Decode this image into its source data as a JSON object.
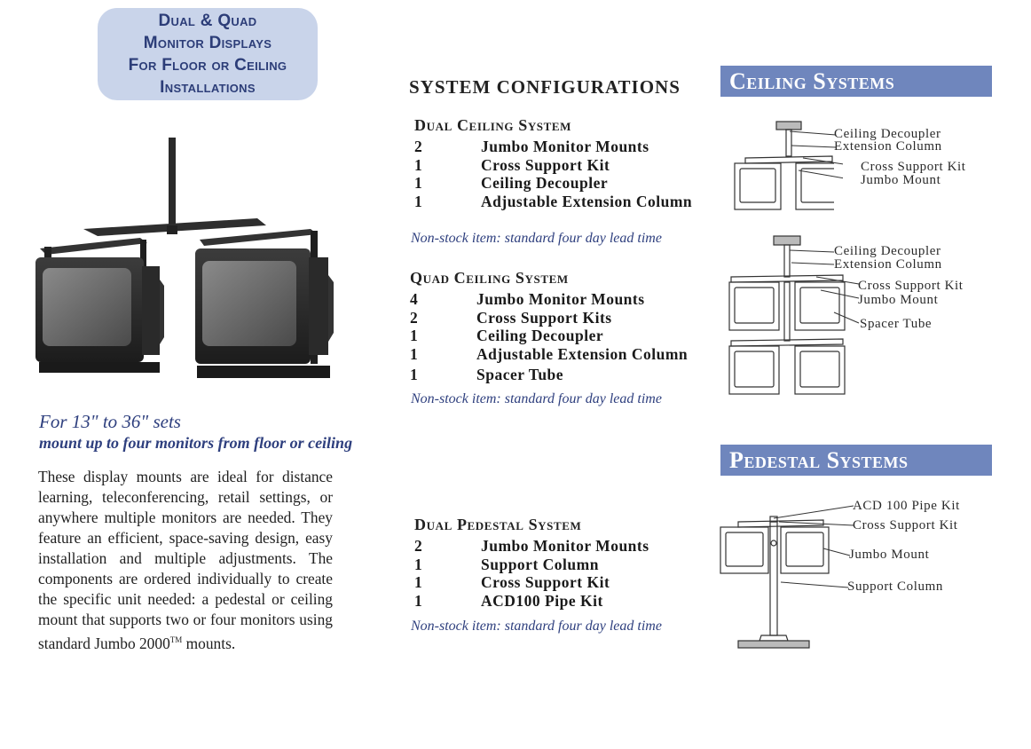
{
  "badge": {
    "line1": "Dual & Quad",
    "line2": "Monitor Displays",
    "line3": "For Floor or Ceiling",
    "line4": "Installations"
  },
  "tagline": {
    "sizes": "For  13\" to 36\" sets",
    "mount": "mount up to four monitors from floor or ceiling"
  },
  "description": {
    "before_tm": "These display mounts are ideal for distance learning, teleconferencing, retail settings, or anywhere multiple monitors are needed. They feature an efficient, space-saving design, easy installation and multiple adjustments. The components are ordered individually to create the specific unit needed: a pedestal or ceiling mount that supports two or four monitors using standard Jumbo 2000",
    "tm": "TM",
    "after_tm": " mounts."
  },
  "system_configurations": {
    "heading": "SYSTEM CONFIGURATIONS",
    "dual_ceiling": {
      "title": "Dual Ceiling System",
      "rows": [
        {
          "qty": "2",
          "item": "Jumbo Monitor Mounts"
        },
        {
          "qty": "1",
          "item": "Cross Support Kit"
        },
        {
          "qty": "1",
          "item": "Ceiling Decoupler"
        },
        {
          "qty": "1",
          "item": "Adjustable Extension Column"
        }
      ],
      "lead": "Non-stock item: standard four day lead time"
    },
    "quad_ceiling": {
      "title": "Quad Ceiling System",
      "rows": [
        {
          "qty": "4",
          "item": "Jumbo Monitor Mounts"
        },
        {
          "qty": "2",
          "item": "Cross Support Kits"
        },
        {
          "qty": "1",
          "item": "Ceiling Decoupler"
        },
        {
          "qty": "1",
          "item": "Adjustable Extension Column"
        },
        {
          "qty": "1",
          "item": "Spacer Tube"
        }
      ],
      "lead": "Non-stock item: standard four day lead time"
    },
    "dual_pedestal": {
      "title": "Dual Pedestal System",
      "rows": [
        {
          "qty": "2",
          "item": "Jumbo Monitor Mounts"
        },
        {
          "qty": "1",
          "item": "Support Column"
        },
        {
          "qty": "1",
          "item": "Cross Support Kit"
        },
        {
          "qty": "1",
          "item": "ACD100 Pipe Kit"
        }
      ],
      "lead": "Non-stock item: standard four day lead time"
    }
  },
  "ceiling_systems": {
    "heading": "Ceiling Systems",
    "dual_labels": [
      "Ceiling Decoupler",
      "Extension Column",
      "Cross Support Kit",
      "Jumbo Mount"
    ],
    "quad_labels": [
      "Ceiling Decoupler",
      "Extension Column",
      "Cross Support Kit",
      "Jumbo Mount",
      "Spacer Tube"
    ]
  },
  "pedestal_systems": {
    "heading": "Pedestal Systems",
    "labels": [
      "ACD 100 Pipe Kit",
      "Cross Support Kit",
      "Jumbo Mount",
      "Support Column"
    ]
  },
  "colors": {
    "badge_bg": "#c9d4ea",
    "badge_text": "#2c3d78",
    "band_bg": "#6f86bd",
    "accent_text": "#2e3f7e"
  }
}
